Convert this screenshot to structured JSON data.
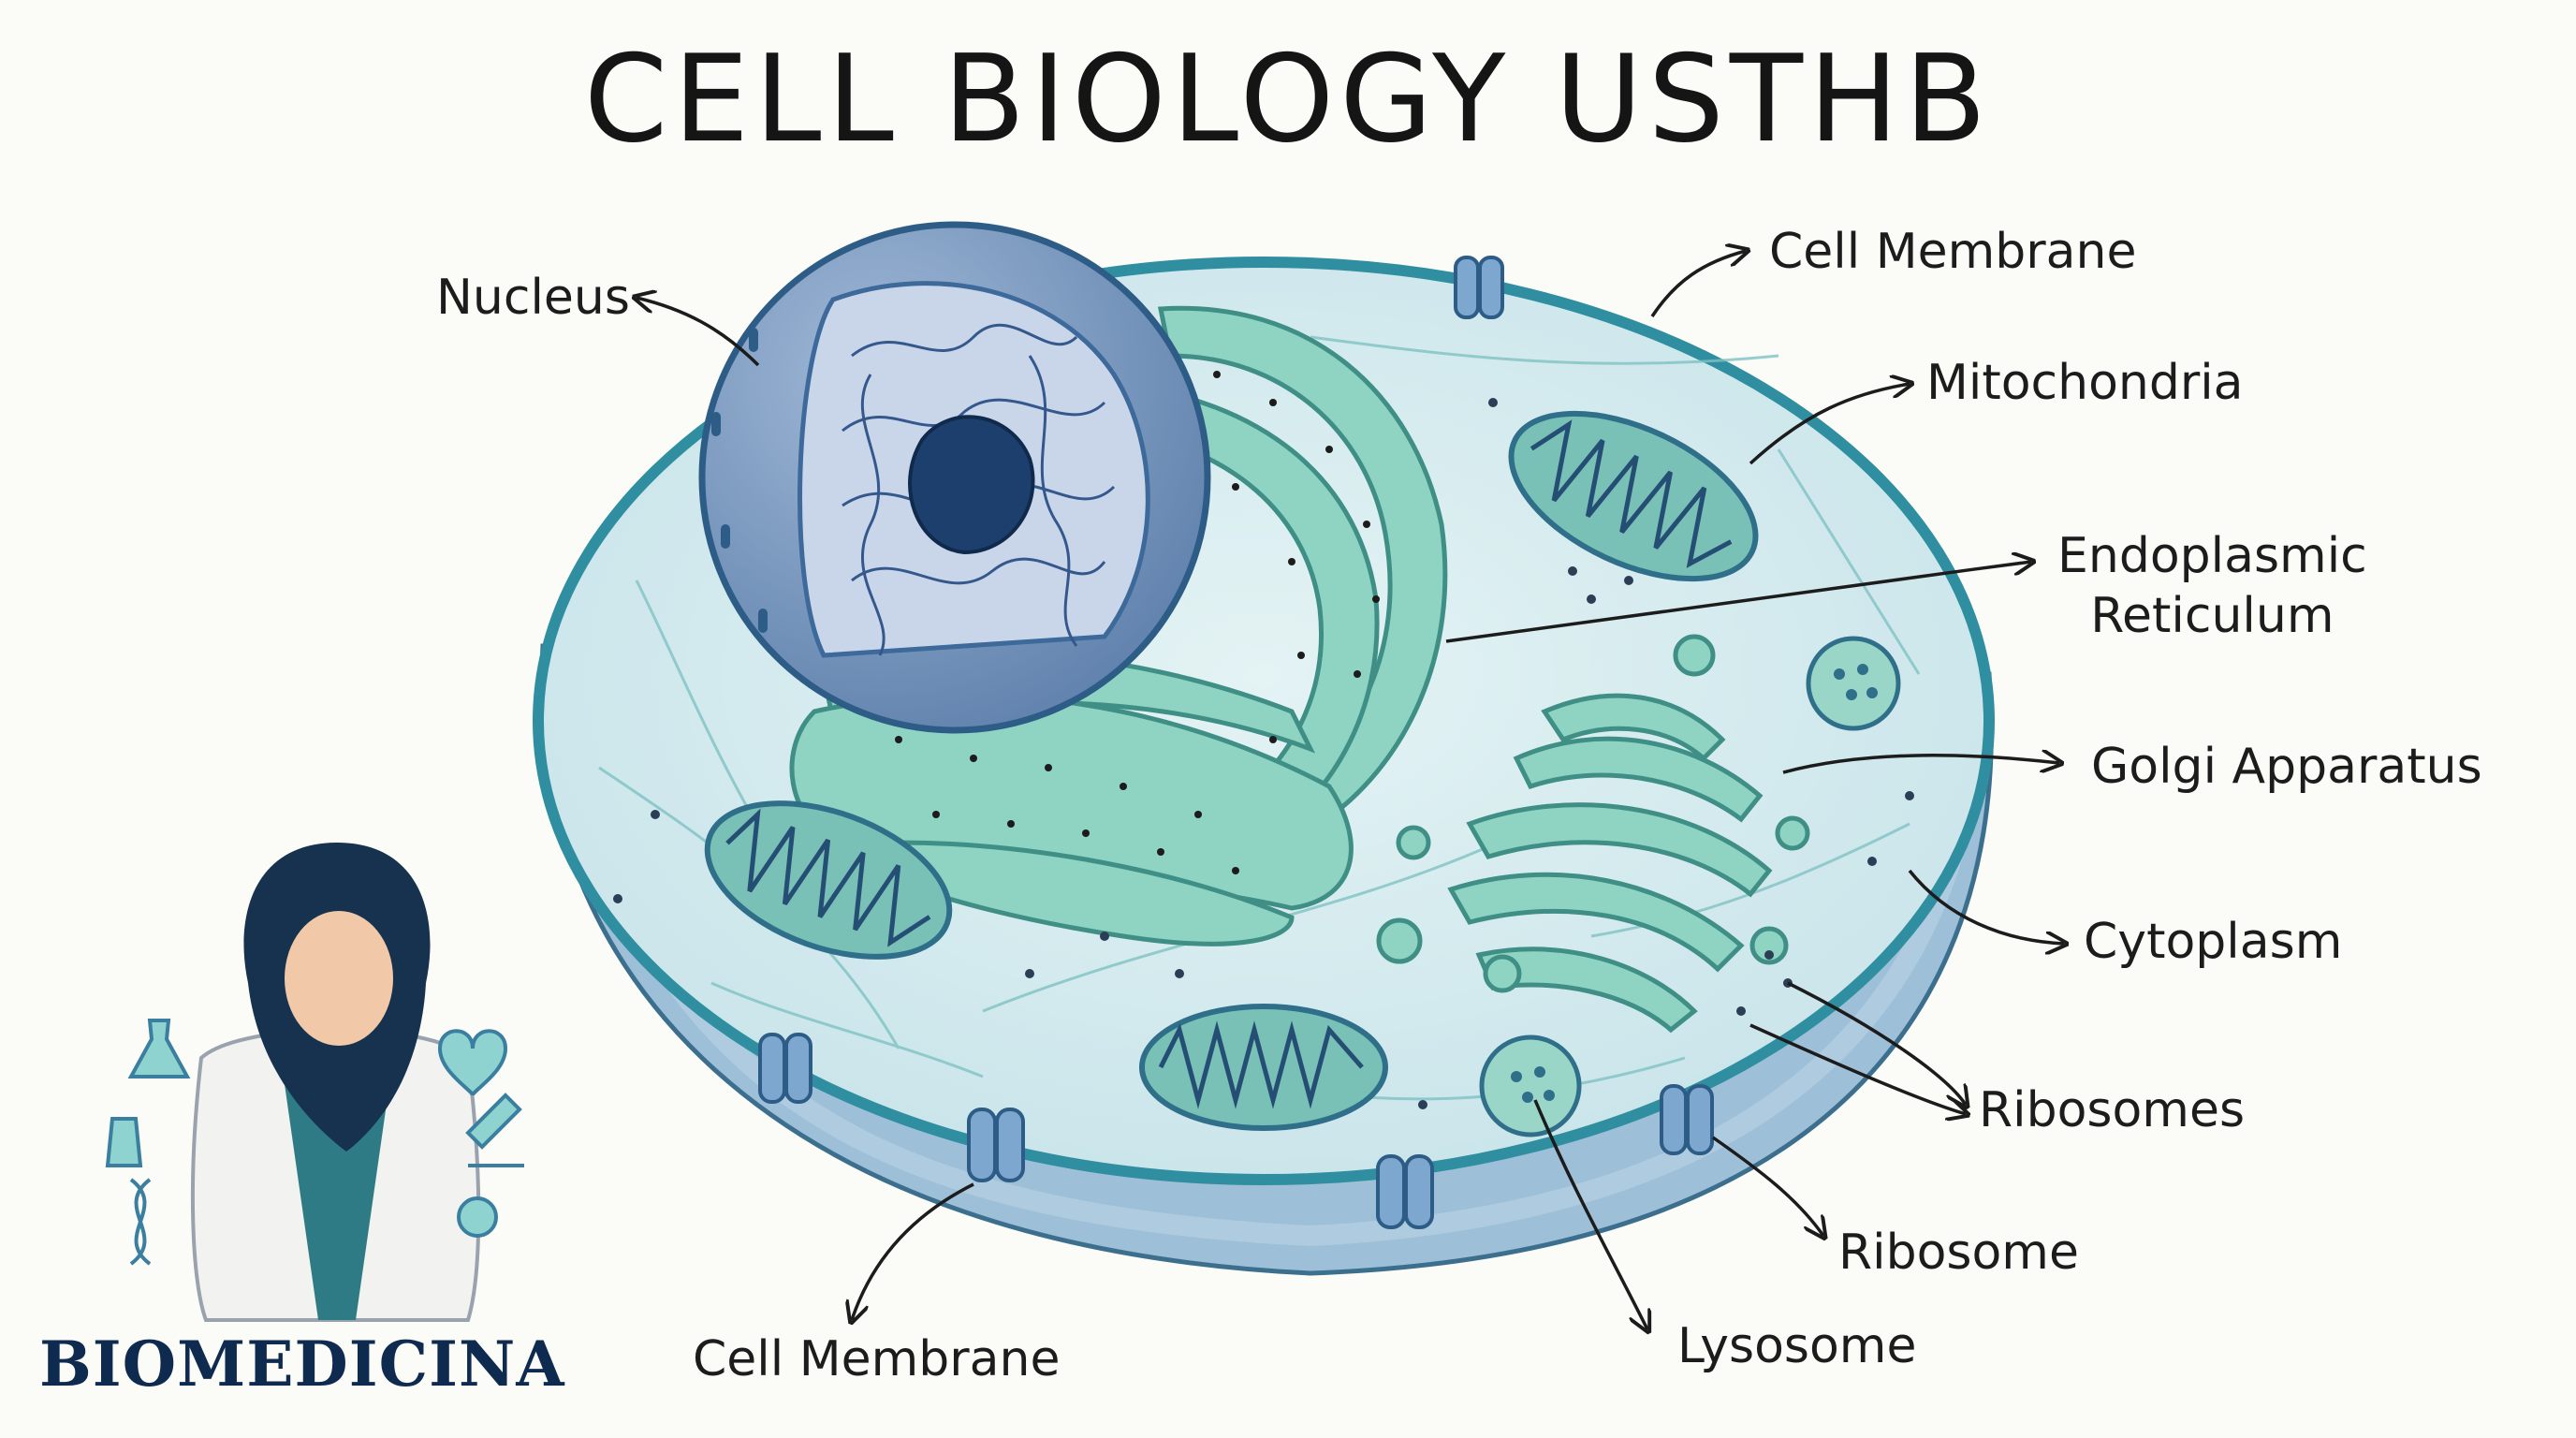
{
  "title": "CELL BIOLOGY USTHB",
  "labels": {
    "nucleus": "Nucleus",
    "cell_membrane_top": "Cell Membrane",
    "mitochondria": "Mitochondria",
    "endoplasmic_reticulum": "Endoplasmic\nReticulum",
    "golgi_apparatus": "Golgi Apparatus",
    "cytoplasm": "Cytoplasm",
    "ribosomes": "Ribosomes",
    "ribosome": "Ribosome",
    "lysosome": "Lysosome",
    "cell_membrane_bottom": "Cell Membrane"
  },
  "brand": {
    "name": "BIOMEDICINA"
  },
  "colors": {
    "cytoplasm": "#d6ecef",
    "membrane": "#2f8ea0",
    "organelle": "#6fc3b3",
    "nucleus": "#7c9cc4",
    "nucleolus": "#1d3f6e",
    "ink": "#1c1c1c"
  }
}
